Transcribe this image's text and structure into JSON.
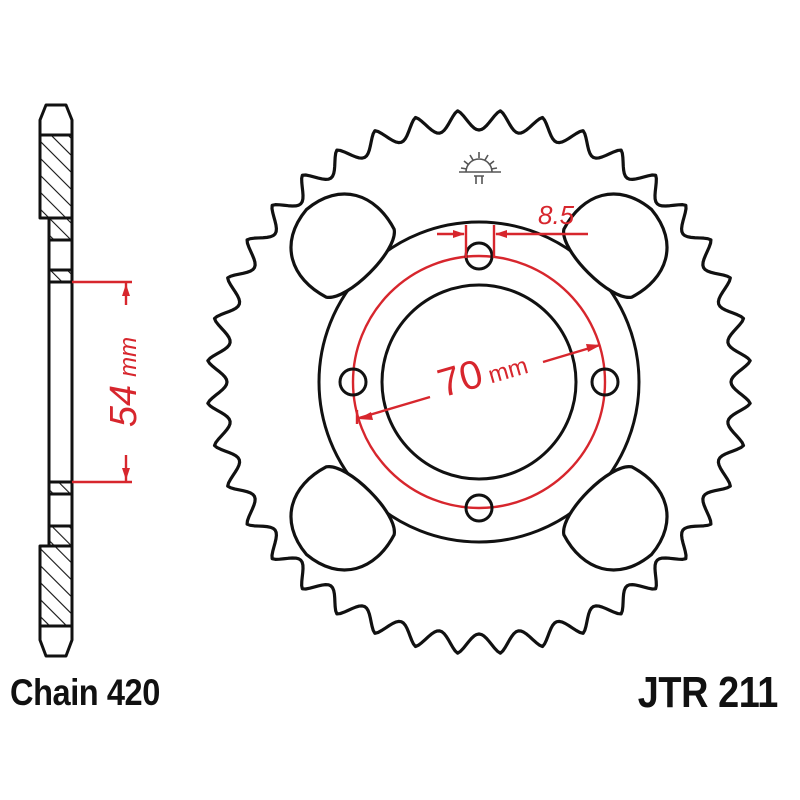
{
  "drawing": {
    "type": "rear sprocket technical drawing",
    "teeth_count_estimate": 40,
    "colors": {
      "outline": "#111111",
      "dimension": "#d7262d",
      "background": "#ffffff",
      "logo": "#555555"
    }
  },
  "side_view": {
    "dimension_value": "54",
    "dimension_unit": "mm",
    "dimension_label": "54 mm"
  },
  "front_view": {
    "bolt_hole_dimension": "8.5",
    "bolt_circle_value": "70",
    "bolt_circle_unit": "mm",
    "bolt_hole_count": 4,
    "lightening_hole_count": 4
  },
  "labels": {
    "chain": "Chain 420",
    "part_number": "JTR 211"
  },
  "logo": {
    "icon": "sunrise-logo-icon"
  }
}
